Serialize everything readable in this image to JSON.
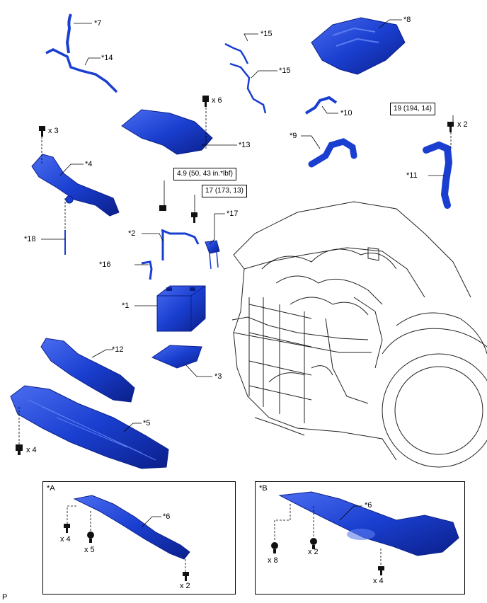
{
  "colors": {
    "part": "#1a3fd0",
    "part_dark": "#0b1f8a",
    "part_light": "#5c7cf0",
    "line": "#000000",
    "car": "#222222"
  },
  "labels": {
    "p1": "*1",
    "p2": "*2",
    "p3": "*3",
    "p4": "*4",
    "p5": "*5",
    "p6a": "*6",
    "p6b": "*6",
    "p7": "*7",
    "p8": "*8",
    "p9": "*9",
    "p10": "*10",
    "p11": "*11",
    "p12": "*12",
    "p13": "*13",
    "p14": "*14",
    "p15a": "*15",
    "p15b": "*15",
    "p16": "*16",
    "p17": "*17",
    "p18": "*18"
  },
  "quantities": {
    "bolt_hood": "x 3",
    "bolt_13": "x 6",
    "bolt_11": "x 2",
    "bolt_5": "x 4",
    "a_x4": "x 4",
    "a_x5": "x 5",
    "a_x2": "x 2",
    "b_x8": "x 8",
    "b_x2": "x 2",
    "b_x4": "x 4"
  },
  "torque": {
    "t1": "4.9 (50, 43 in.*lbf)",
    "t2": "17 (173, 13)",
    "t3": "19 (194, 14)"
  },
  "panels": {
    "a": "*A",
    "b": "*B"
  },
  "footer": "P"
}
